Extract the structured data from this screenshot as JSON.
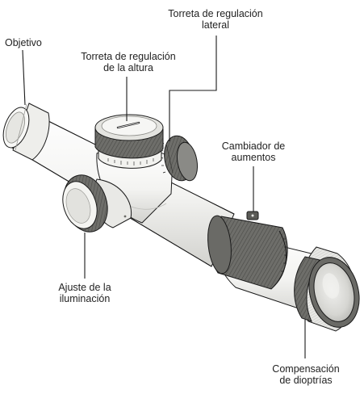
{
  "diagram": {
    "product": "riflescope",
    "labels": {
      "objective": "Objetivo",
      "elevation_turret": "Torreta de regulación\nde la altura",
      "windage_turret": "Torreta de regulación\nlateral",
      "magnification_changer": "Cambiador de\naumentos",
      "illumination_adjust": "Ajuste de la\niluminación",
      "diopter_compensation": "Compensación\nde dioptrías"
    },
    "colors": {
      "outline": "#1a1a1a",
      "body_fill": "#f5f5f3",
      "body_shade": "#dcdcd8",
      "rubber_grip": "#7a7a76",
      "rubber_dark": "#4a4a47",
      "lens_glass": "#d8d8d4",
      "leader_line": "#1a1a1a"
    }
  }
}
